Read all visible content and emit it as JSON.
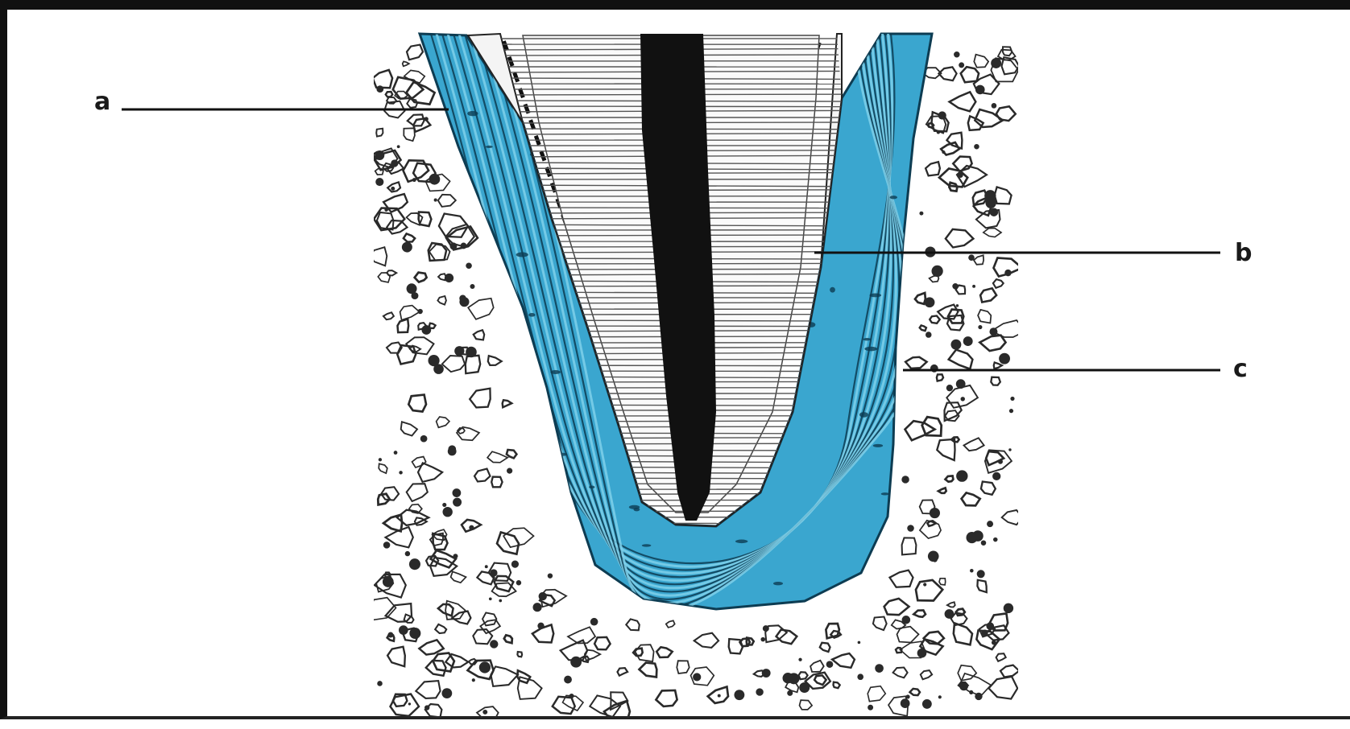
{
  "labels": {
    "a": "a",
    "b": "b",
    "c": "c"
  },
  "colors": {
    "ligament_blue": "#3aa6cf",
    "ligament_light": "#7fd0ea",
    "ligament_dark": "#0d3c52",
    "dentin_lines": "#555555",
    "pulp_canal": "#111111",
    "bone_ink": "#2a2a2a",
    "leader_line": "#111111"
  },
  "icons": {
    "ligament": "periodontal-ligament-shape",
    "root": "tooth-root-shape",
    "canal": "root-canal-shape",
    "bone": "alveolar-bone-texture"
  }
}
